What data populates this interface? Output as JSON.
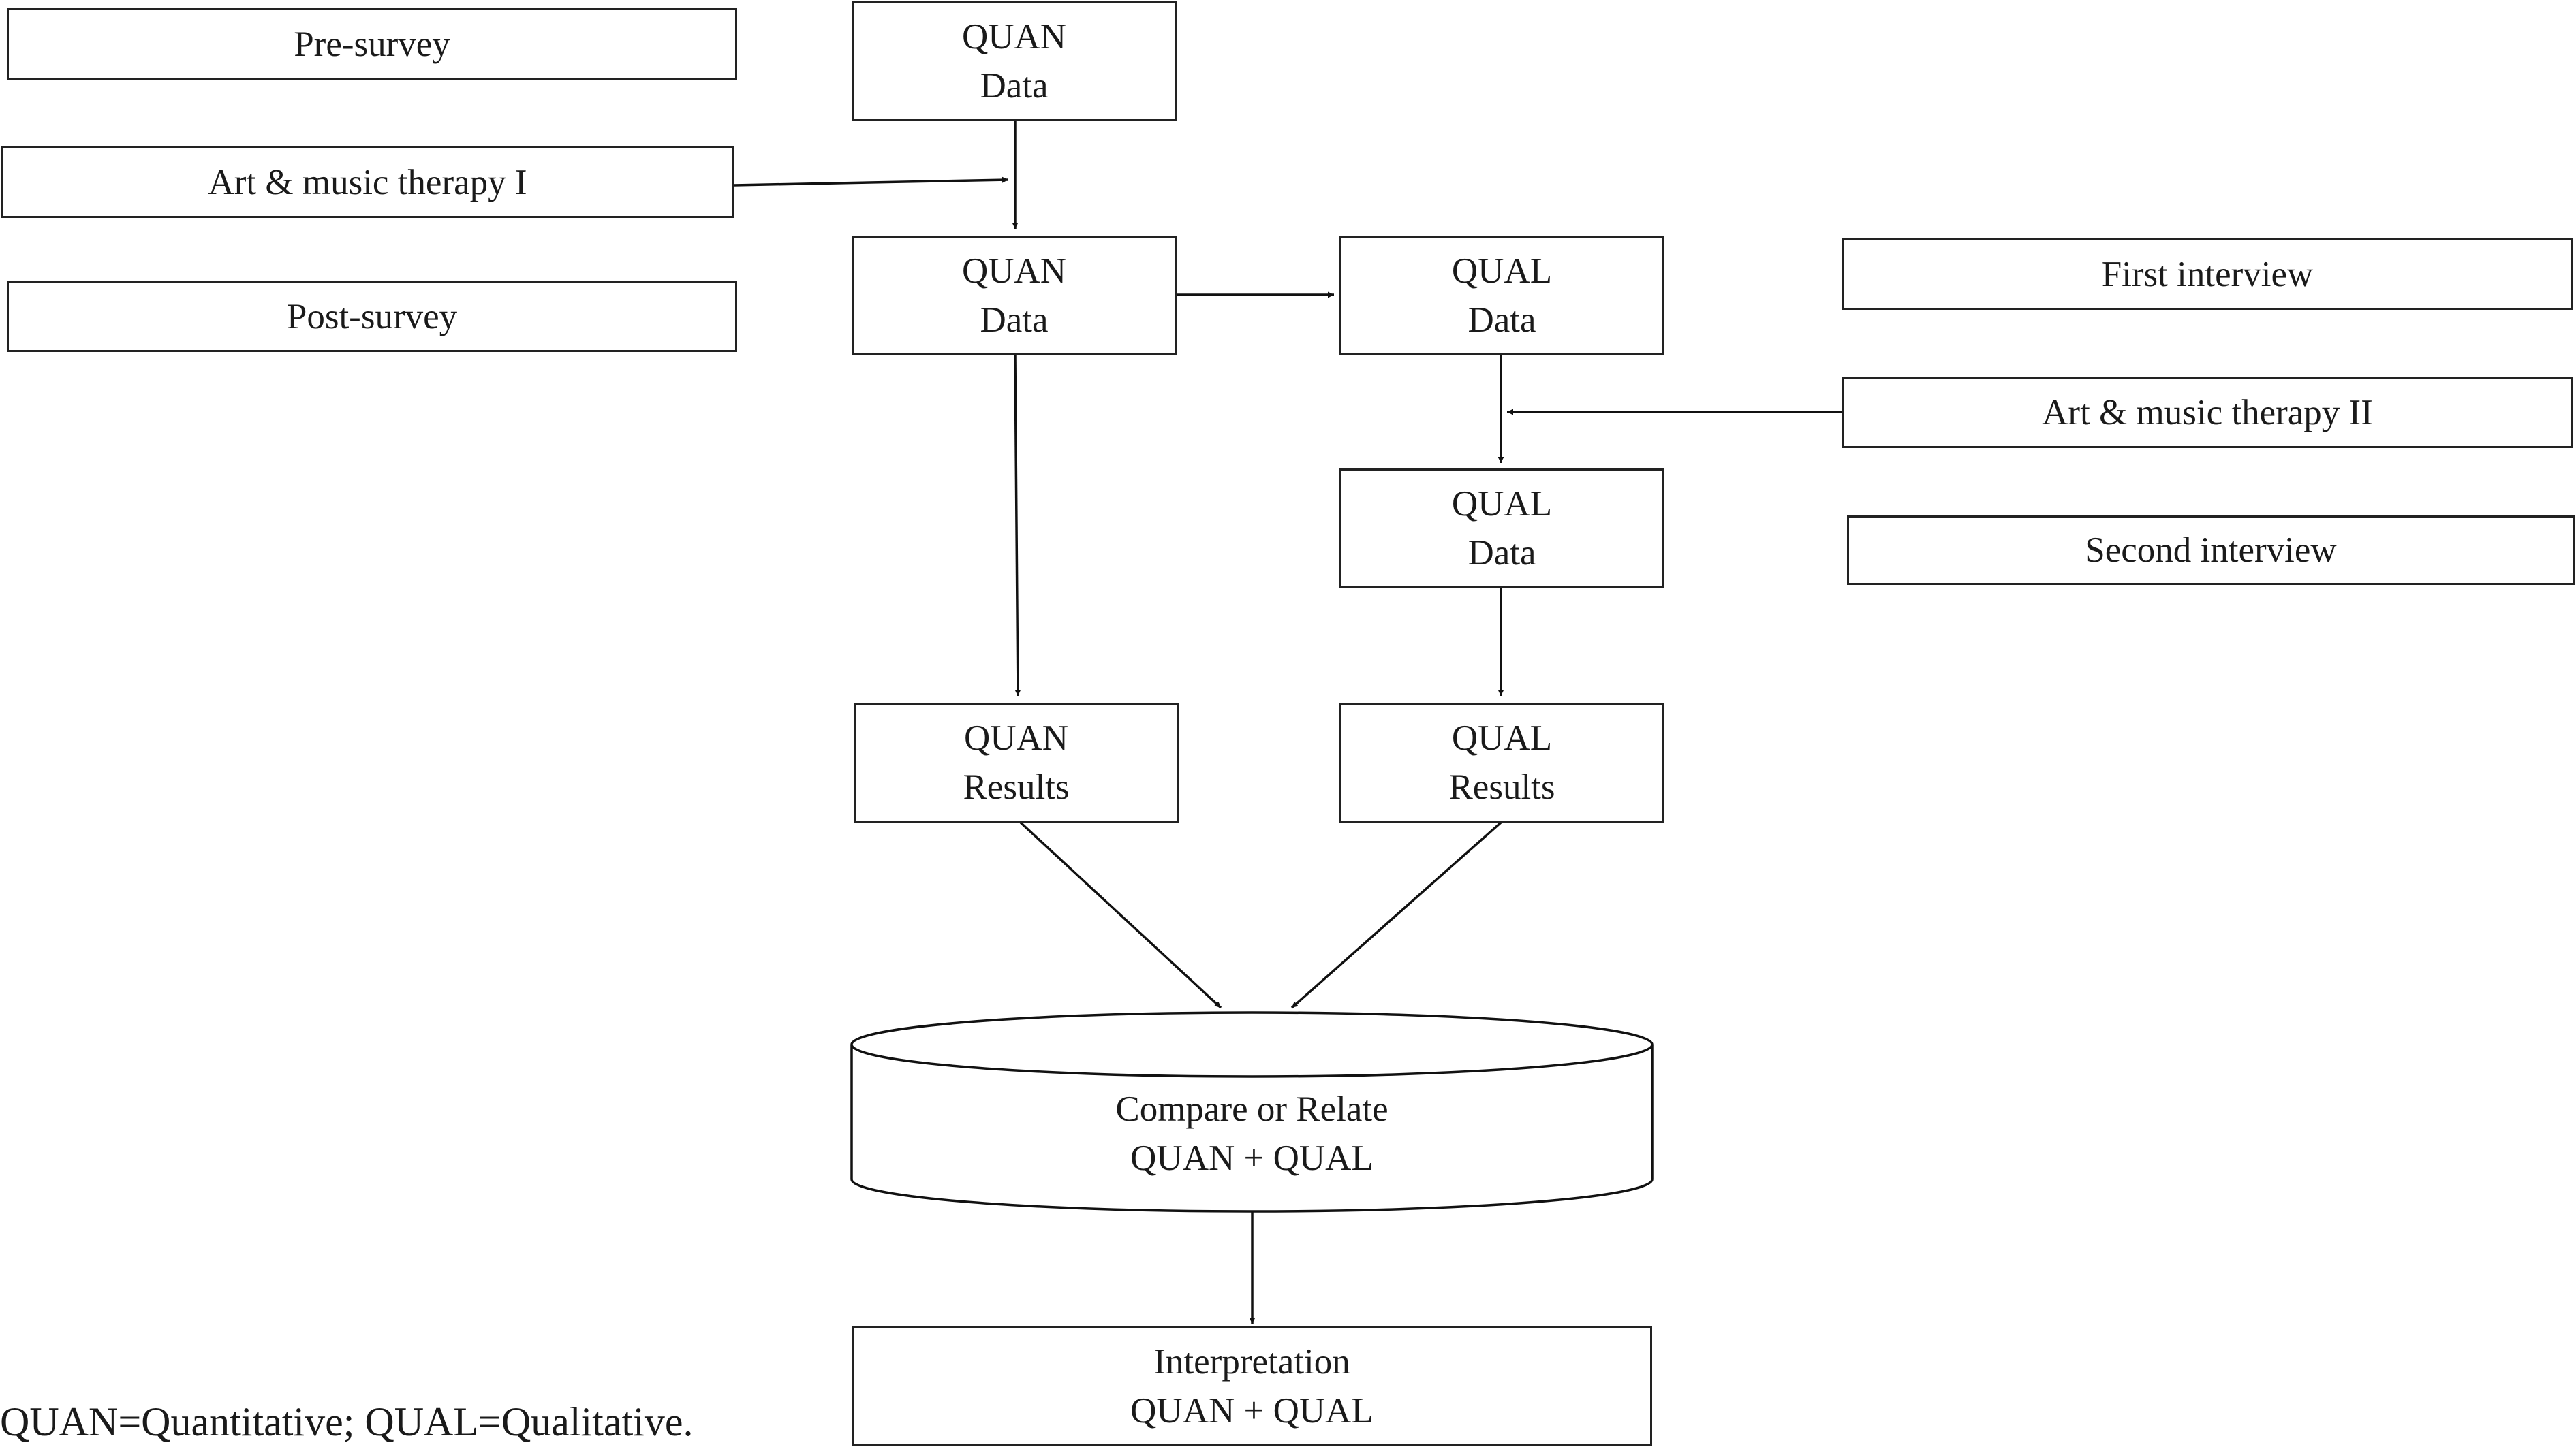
{
  "left_labels": {
    "pre_survey": "Pre-survey",
    "therapy_1": "Art & music therapy I",
    "post_survey": "Post-survey"
  },
  "right_labels": {
    "first_interview": "First interview",
    "therapy_2": "Art & music therapy II",
    "second_interview": "Second interview"
  },
  "nodes": {
    "quan_data_1": {
      "line1": "QUAN",
      "line2": "Data"
    },
    "quan_data_2": {
      "line1": "QUAN",
      "line2": "Data"
    },
    "qual_data_1": {
      "line1": "QUAL",
      "line2": "Data"
    },
    "qual_data_2": {
      "line1": "QUAL",
      "line2": "Data"
    },
    "quan_results": {
      "line1": "QUAN",
      "line2": "Results"
    },
    "qual_results": {
      "line1": "QUAL",
      "line2": "Results"
    },
    "compare": {
      "line1": "Compare  or Relate",
      "line2": "QUAN  + QUAL"
    },
    "interpretation": {
      "line1": "Interpretation",
      "line2": "QUAN  + QUAL"
    }
  },
  "footnote": "QUAN=Quantitative; QUAL=Qualitative."
}
